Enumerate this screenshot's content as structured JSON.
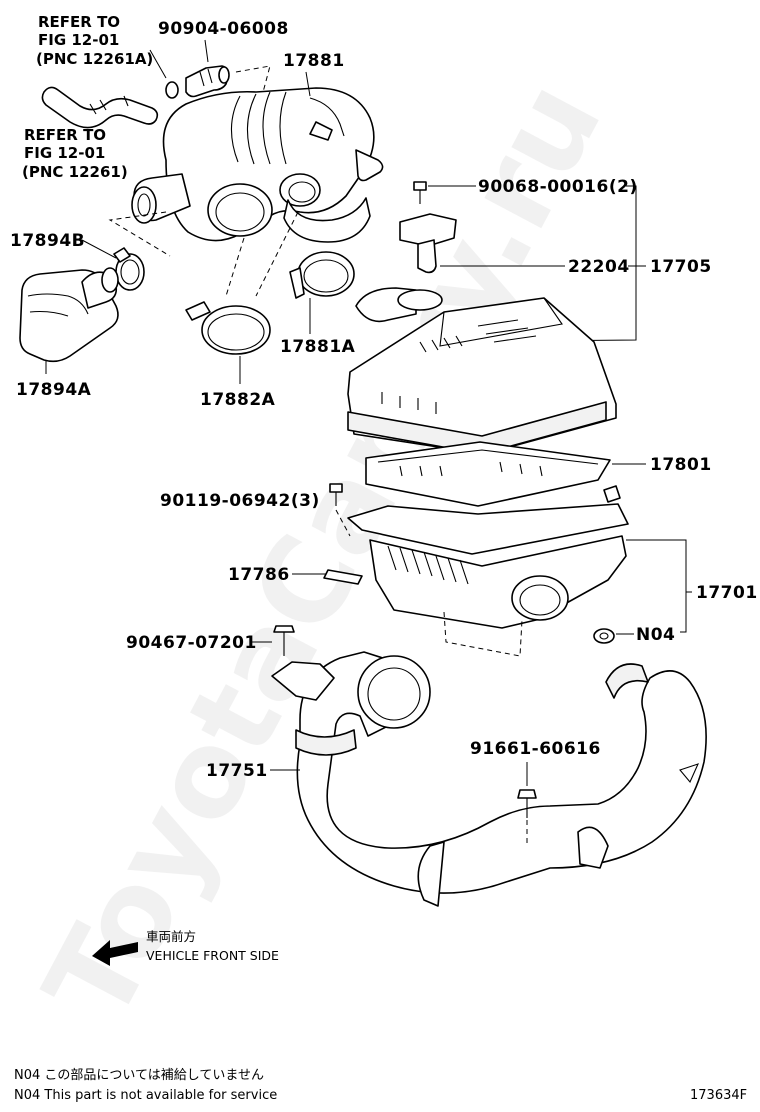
{
  "references": [
    {
      "line1": "REFER TO",
      "line2": "FIG 12-01",
      "line3": "(PNC 12261A)"
    },
    {
      "line1": "REFER TO",
      "line2": "FIG 12-01",
      "line3": "(PNC 12261)"
    }
  ],
  "labels": {
    "p90904": "90904-06008",
    "p17881": "17881",
    "p90068": "90068-00016(2)",
    "p17894B": "17894B",
    "p22204": "22204",
    "p17705": "17705",
    "p17894A": "17894A",
    "p17882A": "17882A",
    "p17881A": "17881A",
    "p17801": "17801",
    "p90119": "90119-06942(3)",
    "p17786": "17786",
    "p17701": "17701",
    "p90467": "90467-07201",
    "pN04": "N04",
    "p91661": "91661-60616",
    "p17751": "17751"
  },
  "direction": {
    "jp": "車両前方",
    "en": "VEHICLE FRONT SIDE"
  },
  "notes": [
    "N04 この部品については補給していません",
    "N04 This part is not available for service"
  ],
  "figure_id": "173634F",
  "watermark": "ToyotaCamry.ru"
}
